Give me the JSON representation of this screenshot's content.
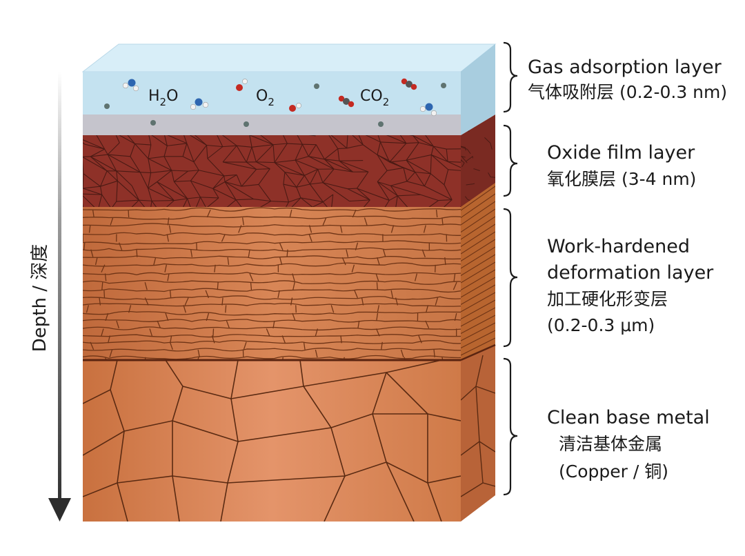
{
  "depth_axis": {
    "label": "Depth / 深度"
  },
  "molecules": [
    {
      "formula_main": "H",
      "formula_sub": "2",
      "formula_tail": "O"
    },
    {
      "formula_main": "O",
      "formula_sub": "2",
      "formula_tail": ""
    },
    {
      "formula_main": "CO",
      "formula_sub": "2",
      "formula_tail": ""
    }
  ],
  "layers": [
    {
      "id": "gas",
      "lines": [
        "Gas adsorption layer",
        "气体吸附层 (0.2-0.3 nm)"
      ]
    },
    {
      "id": "oxide",
      "lines": [
        "Oxide film layer",
        "氧化膜层 (3-4 nm)"
      ]
    },
    {
      "id": "work",
      "lines": [
        "Work-hardened",
        "deformation layer",
        "加工硬化形变层",
        "(0.2-0.3 μm)"
      ]
    },
    {
      "id": "base",
      "lines": [
        "Clean base metal",
        "清洁基体金属",
        "(Copper / 铜)"
      ]
    }
  ],
  "colors": {
    "gas_front": "#bfe0ef",
    "gas_top": "#d8eef8",
    "gas_side": "#9ec8dc",
    "oxide": "#8e3128",
    "oxide_line": "#4a1a14",
    "work": "#c8713f",
    "work_line": "#6e3416",
    "base": "#e08a5c",
    "base_line": "#5a2a12",
    "hydrogen": "#f2f2f2",
    "oxygen_atom": "#c42a22",
    "nitrogen_atom": "#2e66b0",
    "carbon_atom": "#555555",
    "particle": "#5f7370"
  }
}
